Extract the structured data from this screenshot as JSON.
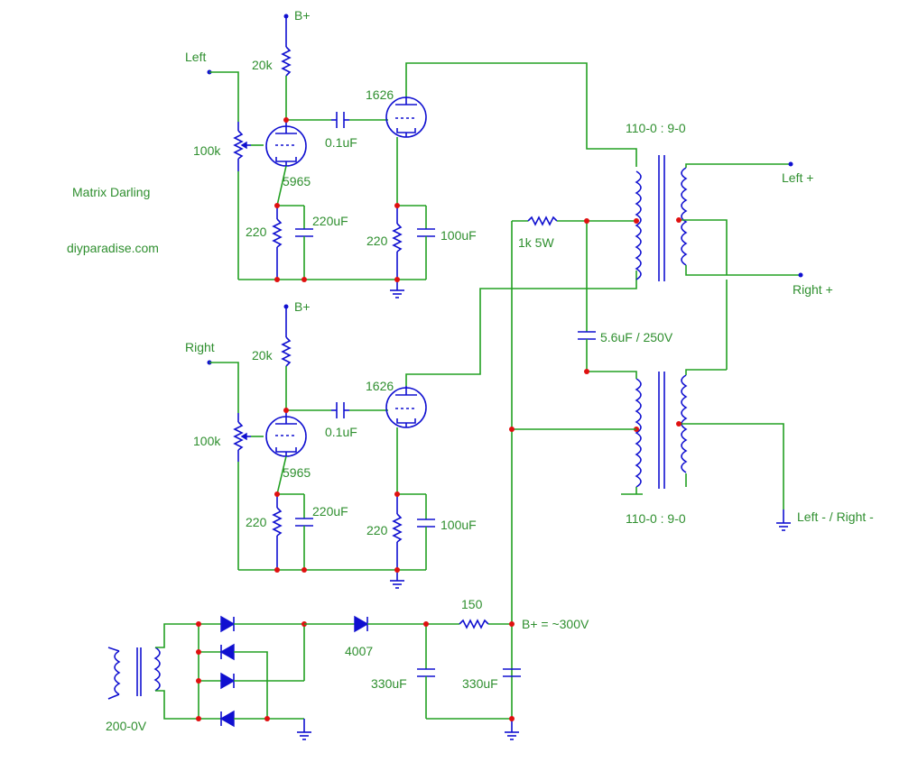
{
  "labels": {
    "title": "Matrix Darling",
    "website": "diyparadise.com",
    "left_in": "Left",
    "right_in": "Right",
    "bplus_top": "B+",
    "bplus_mid": "B+",
    "r20k_top": "20k",
    "r20k_bot": "20k",
    "pot_top": "100k",
    "pot_bot": "100k",
    "tube5965_top": "5965",
    "tube5965_bot": "5965",
    "tube1626_top": "1626",
    "tube1626_bot": "1626",
    "cap01_top": "0.1uF",
    "cap01_bot": "0.1uF",
    "r220a_top": "220",
    "c220_top": "220uF",
    "r220b_top": "220",
    "c100_top": "100uF",
    "r220a_bot": "220",
    "c220_bot": "220uF",
    "r220b_bot": "220",
    "c100_bot": "100uF",
    "xfmr_top": "110-0 : 9-0",
    "xfmr_bot": "110-0 : 9-0",
    "r1k": "1k 5W",
    "c56": "5.6uF / 250V",
    "left_plus": "Left +",
    "right_plus": "Right +",
    "left_right_minus": "Left - / Right -",
    "r150": "150",
    "bplus_supply": "B+ = ~300V",
    "diode_4007": "4007",
    "c330a": "330uF",
    "c330b": "330uF",
    "mains": "200-0V"
  },
  "colors": {
    "wire": "#22a022",
    "component": "#1010d0",
    "junction": "#e01010",
    "text": "#2f8f2f"
  }
}
